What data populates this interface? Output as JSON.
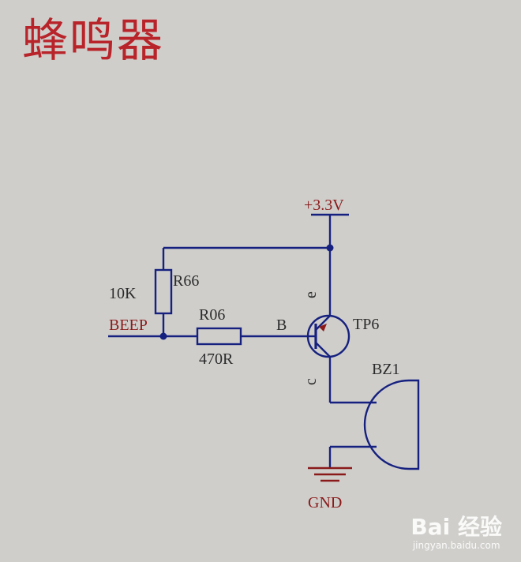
{
  "title": "蜂鸣器",
  "labels": {
    "vcc": "+3.3V",
    "gnd": "GND",
    "beep": "BEEP",
    "r66_name": "R66",
    "r66_value": "10K",
    "r06_name": "R06",
    "r06_value": "470R",
    "base": "B",
    "emitter": "e",
    "collector": "c",
    "transistor": "TP6",
    "buzzer": "BZ1"
  },
  "watermark": {
    "logo": "Bai 经验",
    "url": "jingyan.baidu.com"
  },
  "colors": {
    "wire": "#16217f",
    "title": "#b8242a",
    "label": "#8a1a1a",
    "background": "#cfcecb"
  }
}
